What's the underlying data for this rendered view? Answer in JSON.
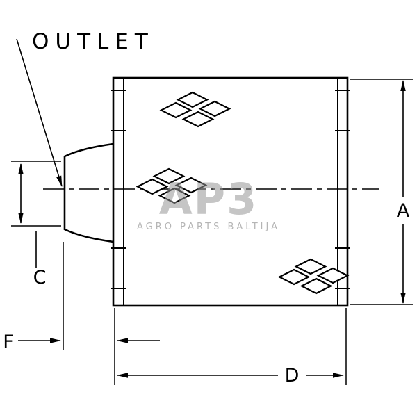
{
  "labels": {
    "outlet": "OUTLET",
    "dim_a": "A",
    "dim_c": "C",
    "dim_d": "D",
    "dim_f": "F"
  },
  "watermark": {
    "logo": "AP3",
    "subtitle": "AGRO PARTS BALTIJA"
  },
  "colors": {
    "line": "#000000",
    "background": "#ffffff",
    "watermark": "#969696"
  }
}
